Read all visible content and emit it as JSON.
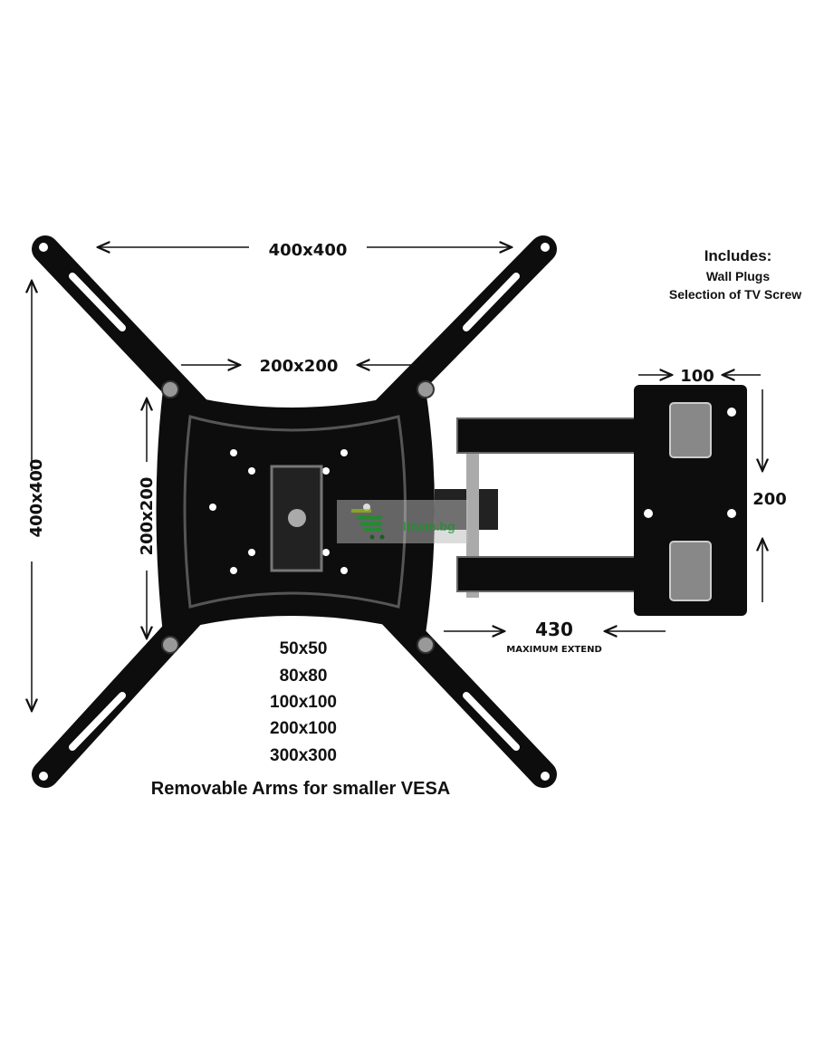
{
  "dimensions": {
    "top_width": "400x400",
    "left_height": "400x400",
    "inner_width": "200x200",
    "inner_height": "200x200",
    "wall_plate_width": "100",
    "wall_plate_height": "200",
    "extension": "430",
    "extension_caption": "MAXIMUM EXTEND"
  },
  "includes": {
    "title": "Includes:",
    "items": [
      "Wall Plugs",
      "Selection of TV Screw"
    ]
  },
  "vesa_sizes": [
    "50x50",
    "80x80",
    "100x100",
    "200x100",
    "300x300"
  ],
  "caption": "Removable Arms for smaller VESA",
  "watermark": "Imam.bg",
  "colors": {
    "mount": "#0d0d0d",
    "text": "#111111",
    "watermark_green": "#2e9e3e"
  }
}
